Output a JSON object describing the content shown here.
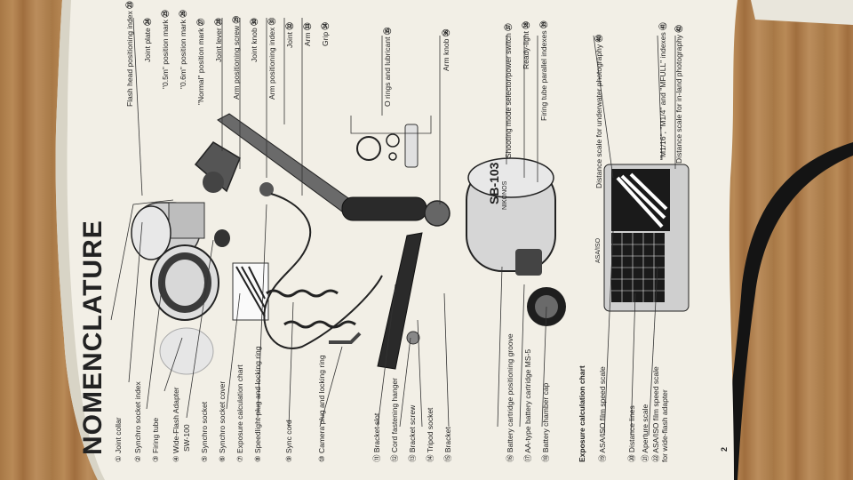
{
  "page": {
    "title": "NOMENCLATURE",
    "page_number": "2",
    "colors": {
      "paper": "#f2efe6",
      "wood": "#b08152",
      "ink": "#222222",
      "strap": "#141414"
    }
  },
  "labels_left": [
    "① Joint collar",
    "② Synchro socket index",
    "③ Firing tube",
    "④ Wide-Flash Adapter",
    "SW-100",
    "⑤ Synchro socket",
    "⑥ Synchro socket cover",
    "⑦ Exposure calculation chart",
    "⑧ Speedlight plug and locking ring",
    "⑨ Sync cord",
    "⑩ Camera plug and locking ring",
    "⑪ Bracket slot",
    "⑫ Cord fastening hanger",
    "⑬ Bracket screw",
    "⑭ Tripod socket",
    "⑮ Bracket",
    "⑯ Battery cartridge positioning groove",
    "⑰ AA-type battery cartridge MS-5",
    "⑱ Battery chamber cap"
  ],
  "chart_section": {
    "heading": "Exposure calculation chart",
    "items": [
      "⑲ ASA/ISO film speed scale",
      "⑳ Distance lines",
      "㉑ Aperture scale",
      "㉒ ASA/ISO film speed scale",
      "for wide-flash adapter"
    ]
  },
  "labels_top": [
    {
      "text": "Flash head positioning index",
      "num": "㉓"
    },
    {
      "text": "Joint plate",
      "num": "㉔"
    },
    {
      "text": "\"0.5m\" position mark",
      "num": "㉕"
    },
    {
      "text": "\"0.6m\" position mark",
      "num": "㉖"
    },
    {
      "text": "\"Normal\" position mark",
      "num": "㉗"
    },
    {
      "text": "Joint lever",
      "num": "㉘"
    },
    {
      "text": "Arm positioning screw",
      "num": "㉙"
    },
    {
      "text": "Joint knob",
      "num": "㉚"
    },
    {
      "text": "Arm positioning index",
      "num": "㉛"
    },
    {
      "text": "Joint",
      "num": "㉜"
    },
    {
      "text": "Arm",
      "num": "㉝"
    },
    {
      "text": "Grip",
      "num": "㉞"
    },
    {
      "text": "O rings and lubricant",
      "num": "㉟"
    },
    {
      "text": "Arm knob",
      "num": "㊱"
    },
    {
      "text": "Shooting mode selector/power switch",
      "num": "㊲"
    },
    {
      "text": "Ready-light",
      "num": "㊳"
    },
    {
      "text": "Firing tube parallel indexes",
      "num": "㊴"
    },
    {
      "text": "Distance scale for underwater photography",
      "num": "㊵"
    },
    {
      "text": "\"M1/16\", \"M1/4\" and \"MFULL\" indexes",
      "num": "㊶"
    },
    {
      "text": "Distance scale for in-land photography",
      "num": "㊷"
    }
  ],
  "device_text": {
    "brand": "NIKONOS",
    "model": "SB-103",
    "chart_label": "ASA/ISO"
  }
}
